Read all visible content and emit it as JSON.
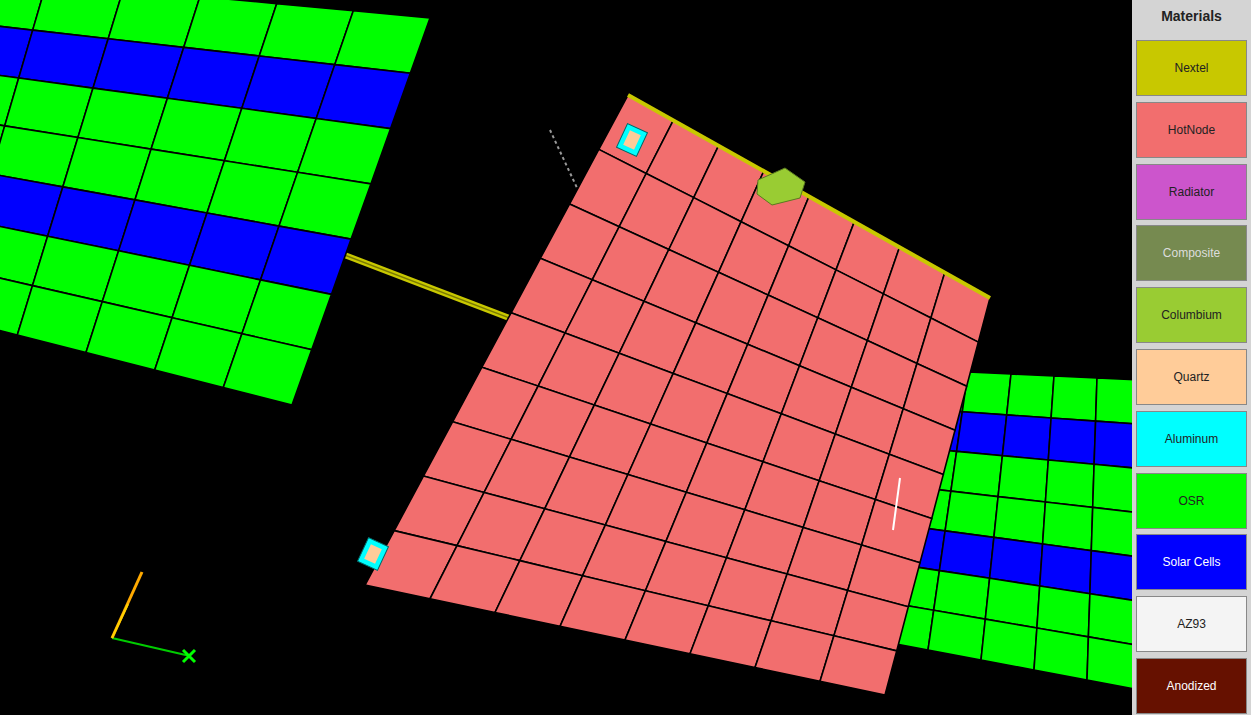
{
  "diagram": {
    "labels": [
      "Materials"
    ],
    "legend": [
      {
        "text": "Nextel",
        "color": "#c8c800"
      },
      {
        "text": "HotNode",
        "color": "#f26e6e"
      },
      {
        "text": "Radiator",
        "color": "#cc55cc"
      },
      {
        "text": "Composite",
        "color": "#768a50"
      },
      {
        "text": "Columbium",
        "color": "#99cc33"
      },
      {
        "text": "Quartz",
        "color": "#ffcc99"
      },
      {
        "text": "Aluminum",
        "color": "#00ffff"
      },
      {
        "text": "OSR",
        "color": "#00ff00"
      },
      {
        "text": "Solar Cells",
        "color": "#0000ff"
      },
      {
        "text": "AZ93",
        "color": "#f4f4f4"
      },
      {
        "text": "Anodized",
        "color": "#661100"
      }
    ]
  }
}
